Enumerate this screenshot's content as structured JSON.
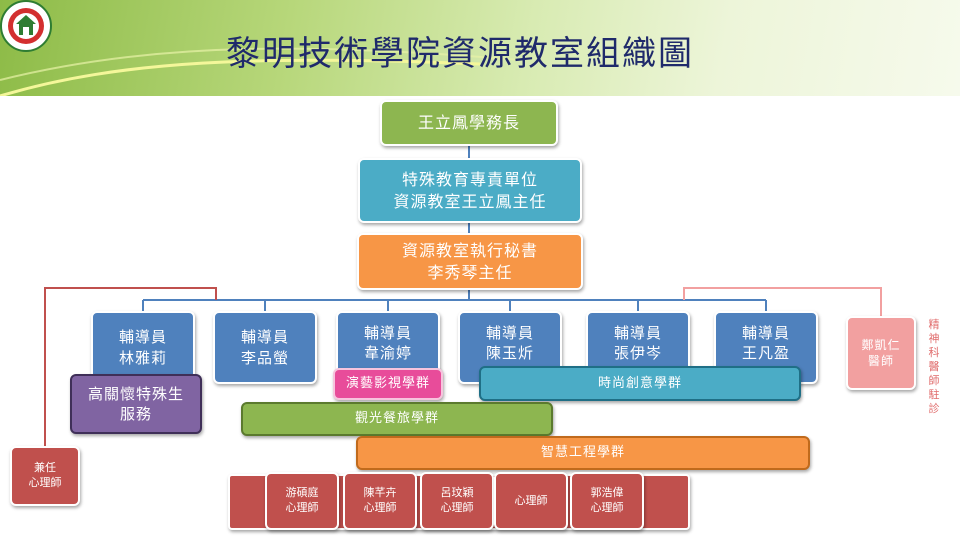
{
  "title": "黎明技術學院資源教室組織圖",
  "nodes": {
    "dean": "王立鳳學務長",
    "unit_line1": "特殊教育專責單位",
    "unit_line2": "資源教室王立鳳主任",
    "secretary_line1": "資源教室執行秘書",
    "secretary_line2": "李秀琴主任",
    "counselors": [
      {
        "role": "輔導員",
        "name": "林雅莉"
      },
      {
        "role": "輔導員",
        "name": "李品螢"
      },
      {
        "role": "輔導員",
        "name": "韋渝婷"
      },
      {
        "role": "輔導員",
        "name": "陳玉炘"
      },
      {
        "role": "輔導員",
        "name": "張伊岑"
      },
      {
        "role": "輔導員",
        "name": "王凡盈"
      }
    ],
    "doctor_line1": "鄭凱仁",
    "doctor_line2": "醫師",
    "psychiatrist_label": "精神科醫師駐診",
    "part_time_line1": "兼任",
    "part_time_line2": "心理師"
  },
  "groups": {
    "care_line1": "高關懷特殊生",
    "care_line2": "服務",
    "performing_arts": "演藝影視學群",
    "fashion": "時尚創意學群",
    "tourism": "觀光餐旅學群",
    "engineering": "智慧工程學群"
  },
  "psychologists": [
    {
      "line1": "游碩庭",
      "line2": "心理師"
    },
    {
      "line1": "陳芊卉",
      "line2": "心理師"
    },
    {
      "line1": "呂玟穎",
      "line2": "心理師"
    },
    {
      "line1": "",
      "line2": "心理師"
    },
    {
      "line1": "郭浩偉",
      "line2": "心理師"
    }
  ],
  "colors": {
    "title": "#1f2a6b",
    "green": "#8db650",
    "teal": "#4bacc6",
    "orange": "#f79646",
    "blue": "#4f81bd",
    "purple": "#8064a2",
    "red": "#c0504d",
    "pink": "#f2a0a0"
  },
  "logo_icon": "school-emblem-icon"
}
